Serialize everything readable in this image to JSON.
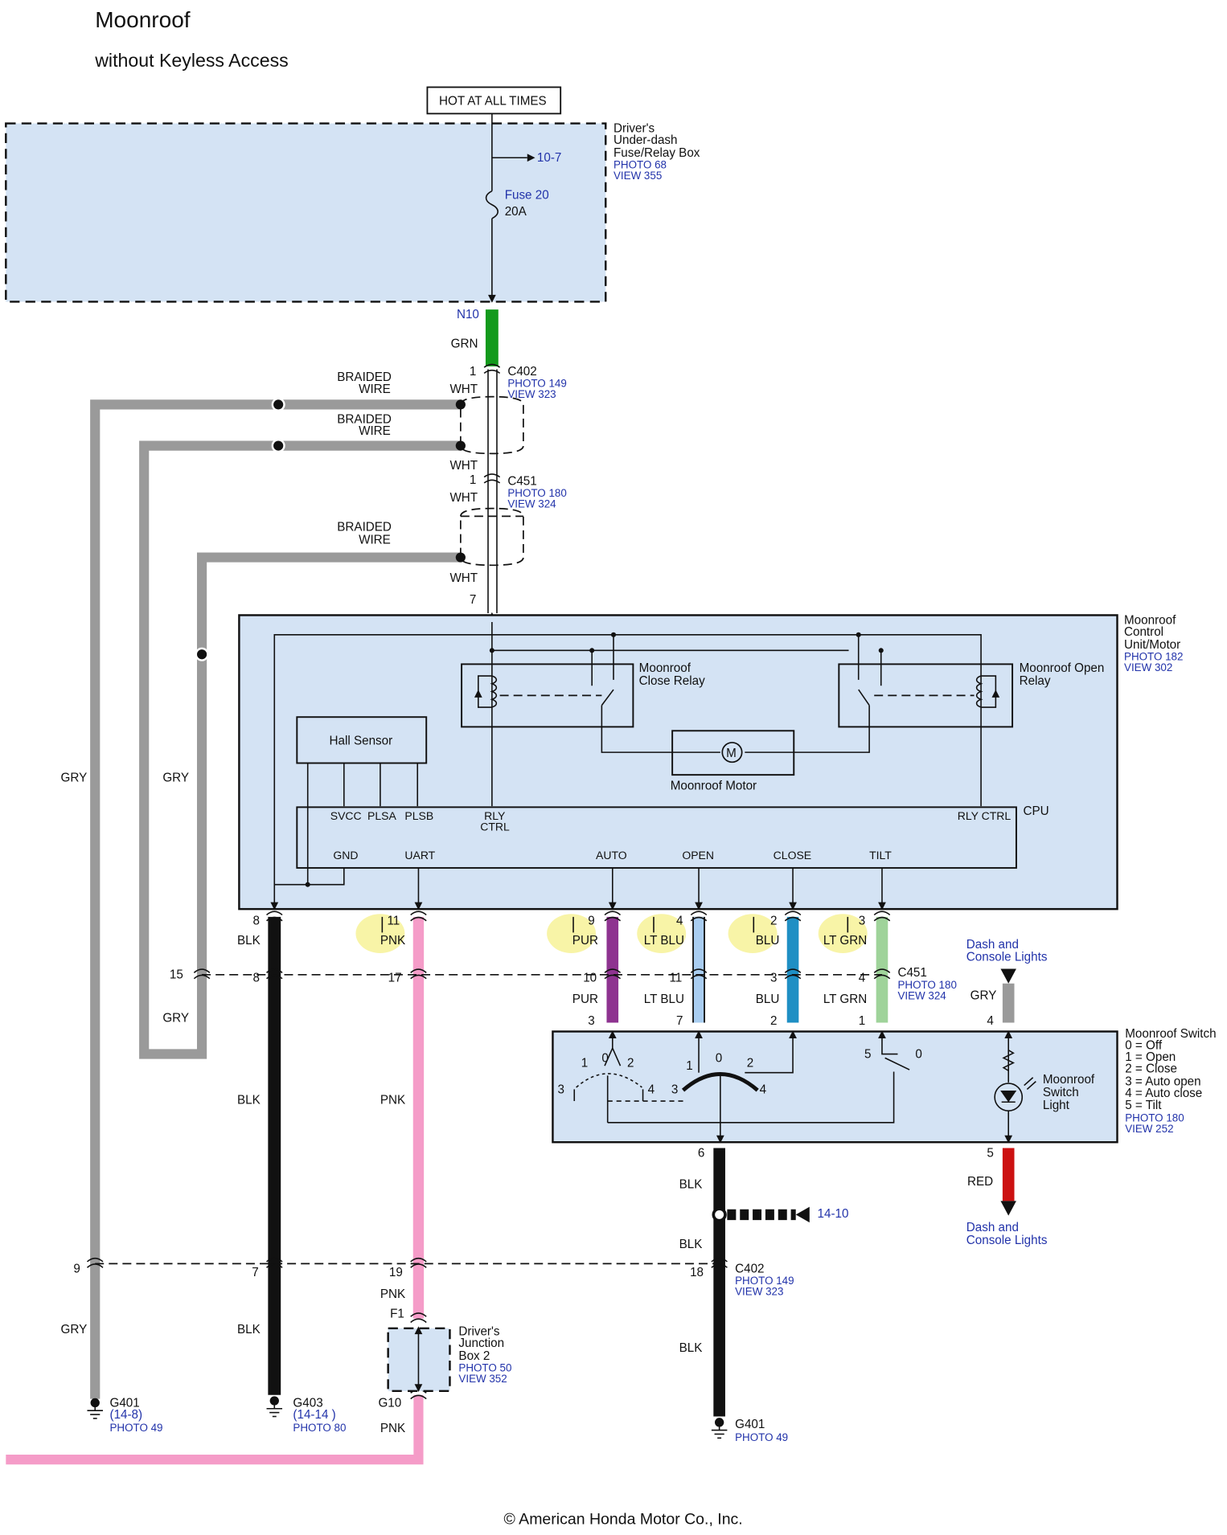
{
  "title": "Moonroof",
  "subtitle": "without Keyless Access",
  "power": "HOT AT ALL TIMES",
  "fuse_box": {
    "name": [
      "Driver's",
      "Under-dash",
      "Fuse/Relay Box"
    ],
    "photo": "PHOTO 68",
    "view": "VIEW 355",
    "ref": "10-7",
    "fuse": "Fuse 20",
    "rating": "20A",
    "terminal": "N10"
  },
  "connectors": {
    "c402": {
      "name": "C402",
      "photo": "PHOTO 149",
      "view": "VIEW 323"
    },
    "c451": {
      "name": "C451",
      "photo": "PHOTO 180",
      "view": "VIEW 324"
    },
    "c451b": {
      "name": "C451",
      "photo": "PHOTO 180",
      "view": "VIEW 324"
    },
    "c402b": {
      "name": "C402",
      "photo": "PHOTO 149",
      "view": "VIEW 323"
    }
  },
  "braided": [
    "BRAIDED",
    "WIRE"
  ],
  "control_unit": {
    "name": [
      "Moonroof",
      "Control",
      "Unit/Motor"
    ],
    "photo": "PHOTO 182",
    "view": "VIEW 302",
    "close_relay": [
      "Moonroof",
      "Close Relay"
    ],
    "open_relay": [
      "Moonroof Open",
      "Relay"
    ],
    "hall": "Hall Sensor",
    "motor": "Moonroof Motor",
    "motor_symbol": "M",
    "cpu": "CPU",
    "pins": [
      "SVCC",
      "PLSA",
      "PLSB",
      "GND",
      "UART",
      "AUTO",
      "OPEN",
      "CLOSE",
      "TILT"
    ],
    "rly_ctrl": [
      "RLY",
      "CTRL"
    ],
    "rly_ctrl2": "RLY CTRL"
  },
  "switch": {
    "name": "Moonroof Switch",
    "legend": [
      "0 = Off",
      "1 = Open",
      "2 = Close",
      "3 = Auto open",
      "4 = Auto close",
      "5 = Tilt"
    ],
    "photo": "PHOTO 180",
    "view": "VIEW 252",
    "light": [
      "Moonroof",
      "Switch",
      "Light"
    ]
  },
  "dash_lights": [
    "Dash and",
    "Console Lights"
  ],
  "ref_14_10": "14-10",
  "junction": {
    "name": [
      "Driver's",
      "Junction",
      "Box 2"
    ],
    "photo": "PHOTO 50",
    "view": "VIEW 352",
    "pin_in": "F1",
    "pin_out": "G10"
  },
  "grounds": {
    "g401a": {
      "name": "G401",
      "ref": "(14-8)",
      "photo": "PHOTO 49"
    },
    "g403": {
      "name": "G403",
      "ref": "(14-14 )",
      "photo": "PHOTO 80"
    },
    "g401b": {
      "name": "G401",
      "photo": "PHOTO 49"
    }
  },
  "wire_labels": {
    "GRN": "GRN",
    "WHT": "WHT",
    "GRY": "GRY",
    "BLK": "BLK",
    "PNK": "PNK",
    "PUR": "PUR",
    "LTBLU": "LT BLU",
    "BLU": "BLU",
    "LTGRN": "LT GRN",
    "RED": "RED"
  },
  "pin_numbers": {
    "c402_1": "1",
    "c451_1": "1",
    "unit_7": "7",
    "unit_8": "8",
    "unit_11": "11",
    "unit_9": "9",
    "unit_4": "4",
    "unit_2": "2",
    "unit_3": "3",
    "c451_15": "15",
    "c451_8": "8",
    "c451_17": "17",
    "c451_10": "10",
    "c451_11": "11",
    "c451_3": "3",
    "c451_4": "4",
    "sw_3": "3",
    "sw_7": "7",
    "sw_2": "2",
    "sw_1": "1",
    "sw_4": "4",
    "sw_6": "6",
    "sw_5": "5",
    "c402_9": "9",
    "c402_7": "7",
    "c402_19": "19",
    "c402_18": "18",
    "pos_0": "0",
    "pos_1": "1",
    "pos_2": "2",
    "pos_3": "3",
    "pos_4": "4",
    "pos_5": "5"
  },
  "copyright": "© American Honda Motor Co., Inc.",
  "colors": {
    "box_fill": "#d4e3f4",
    "grn": "#139a1c",
    "gry": "#9a9a9a",
    "blk": "#111111",
    "pnk": "#f59cc8",
    "pur": "#8e3390",
    "ltblu": "#a9cdf0",
    "blu": "#1f8fc4",
    "ltgrn": "#9fd39a",
    "red": "#cc1111",
    "highlight": "#f5f08a"
  }
}
